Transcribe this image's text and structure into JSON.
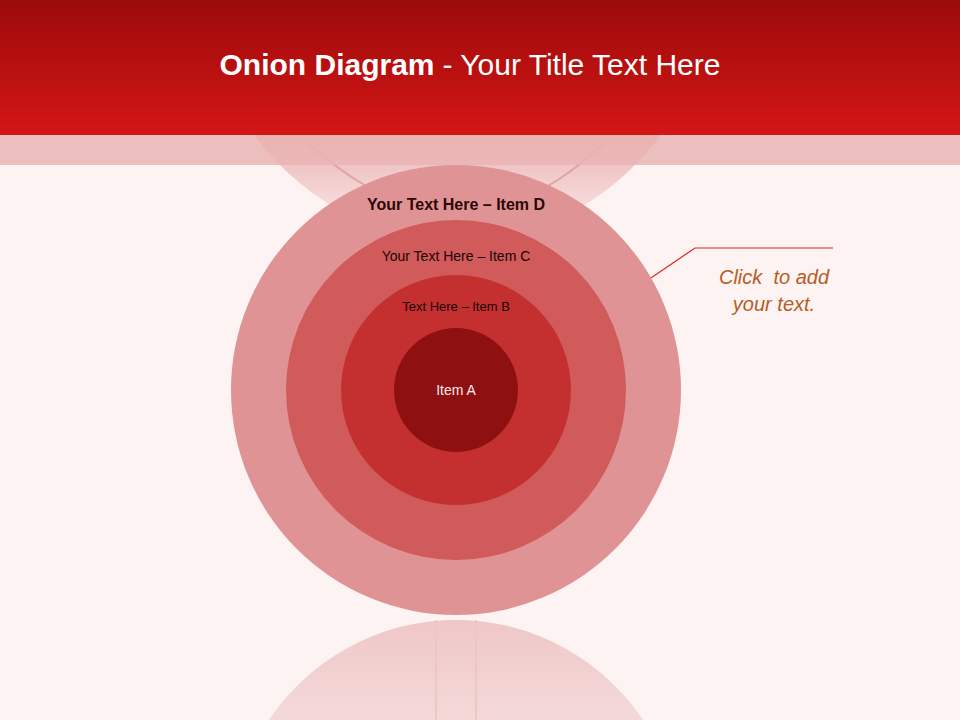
{
  "diagram": {
    "title": "Onion Diagram",
    "nodes": [
      {
        "text": [
          "Your Text Here – Item D"
        ]
      },
      {
        "text": [
          "Your Text Here – Item C"
        ],
        "in": 0
      },
      {
        "text": [
          "Text Here – Item B"
        ],
        "in": 1
      },
      {
        "text": [
          "Item A"
        ],
        "in": 2
      }
    ],
    "labels": [
      "- Your Title Text Here",
      "Click  to add your text."
    ]
  }
}
